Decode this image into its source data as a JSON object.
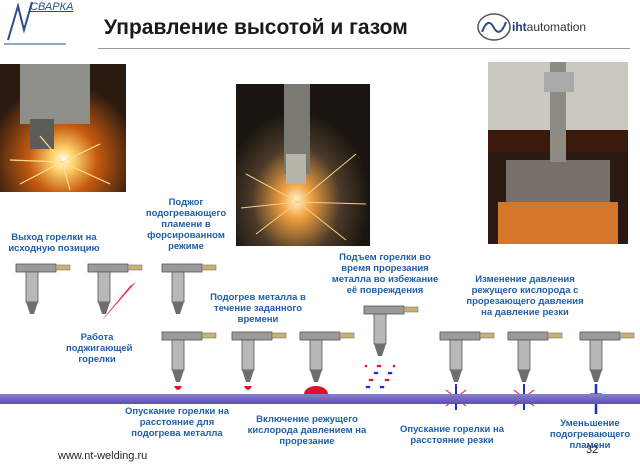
{
  "header": {
    "title": "Управление высотой и газом",
    "logo_left_text": "СВАРКА",
    "brand_prefix": "iht",
    "brand_suffix": "automation"
  },
  "captions": {
    "exit_position": "Выход горелки на исходную позицию",
    "ignite_preheat": "Поджог подогревающего пламени в форсированном режиме",
    "pilot_work": "Работа поджигающей горелки",
    "preheat_metal": "Подогрев металла в течение заданного времени",
    "raise_torch": "Подъем горелки во время прорезания металла во избежание её повреждения",
    "pressure_change": "Изменение давления режущего кислорода с прорезающего давления на давление резки",
    "lower_preheat": "Опускание горелки на расстояние для подогрева металла",
    "oxygen_on": "Включение режущего кислорода давлением на прорезание",
    "lower_cut": "Опускание горелки на расстояние резки",
    "reduce_flame": "Уменьшение подогревающего пламени"
  },
  "footer": {
    "url": "www.nt-welding.ru",
    "page_number": "32"
  },
  "colors": {
    "caption": "#1f5fa8",
    "floor": "#6a5fc0",
    "flame": "#e0102a",
    "oxygen": "#1a2fd0"
  }
}
